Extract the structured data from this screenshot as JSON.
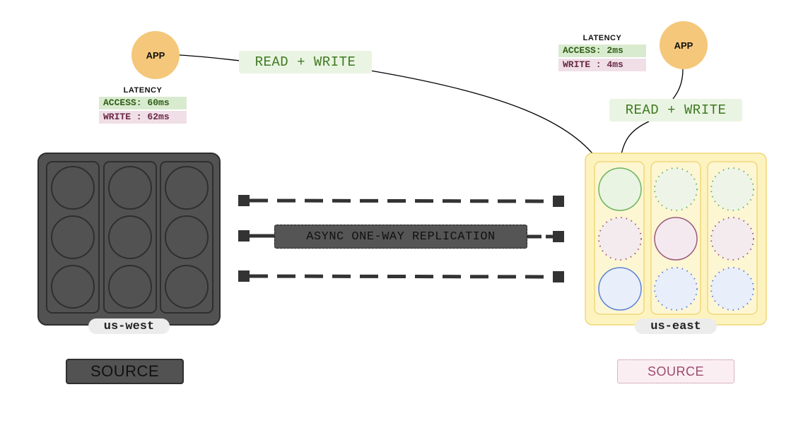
{
  "app_left": {
    "label": "APP"
  },
  "app_right": {
    "label": "APP"
  },
  "read_write_left": "READ + WRITE",
  "read_write_right": "READ + WRITE",
  "latency_left": {
    "title": "LATENCY",
    "access": "ACCESS: 60ms",
    "write": "WRITE : 62ms"
  },
  "latency_right": {
    "title": "LATENCY",
    "access": "ACCESS: 2ms",
    "write": "WRITE : 4ms"
  },
  "replication_label": "ASYNC ONE-WAY REPLICATION",
  "region_west": {
    "name": "us-west",
    "role": "SOURCE"
  },
  "region_east": {
    "name": "us-east",
    "role": "SOURCE"
  },
  "colors": {
    "app": "#f5c77a",
    "west_cluster": "#525252",
    "east_cluster": "#fdf3bf",
    "green": "#6db35e",
    "pink": "#9a5a7c",
    "blue": "#5c83d6"
  }
}
